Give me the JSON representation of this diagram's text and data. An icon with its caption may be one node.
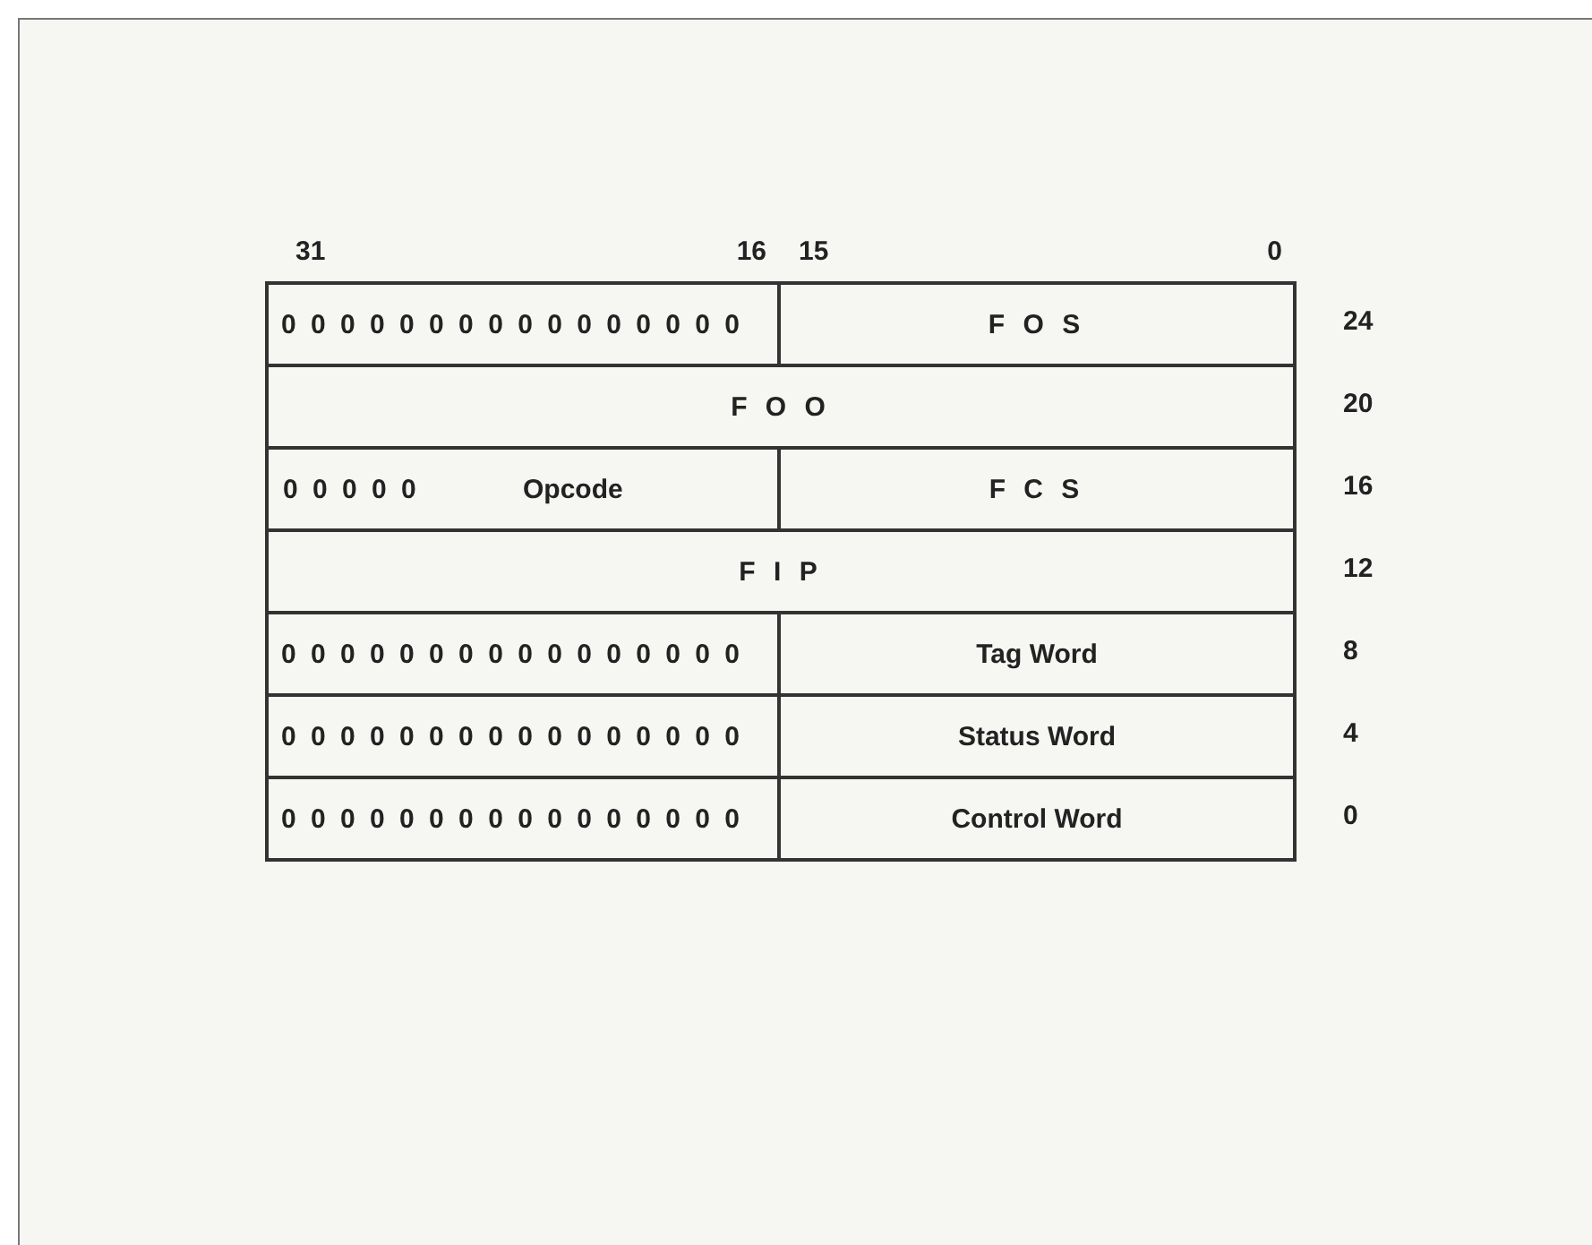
{
  "diagram": {
    "labels": [
      "31",
      "16",
      "15",
      "0",
      "0 0 0 0 0 0 0 0 0 0 0 0 0 0 0 0",
      "F O S",
      "24",
      "F O O",
      "20",
      "0 0 0 0 0",
      "Opcode",
      "F C S",
      "16",
      "F I P",
      "12",
      "0 0 0 0 0 0 0 0 0 0 0 0 0 0 0 0",
      "Tag Word",
      "8",
      "0 0 0 0 0 0 0 0 0 0 0 0 0 0 0 0",
      "Status Word",
      "4",
      "0 0 0 0 0 0 0 0 0 0 0 0 0 0 0 0",
      "Control Word",
      "0"
    ]
  }
}
